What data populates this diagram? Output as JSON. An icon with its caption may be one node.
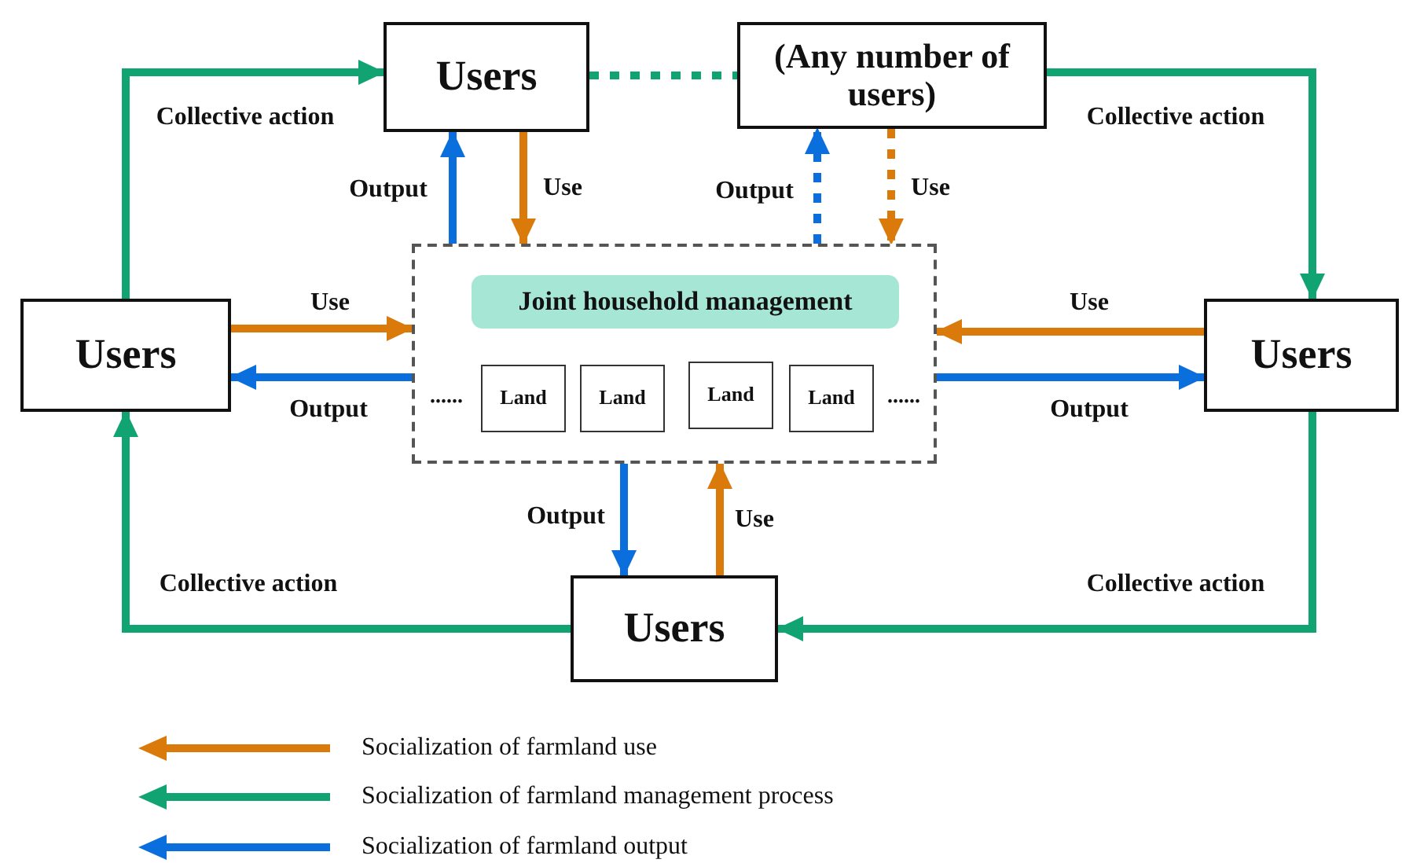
{
  "diagram": {
    "nodes": [
      {
        "text": [
          "Users"
        ]
      },
      {
        "text": [
          "(Any number of users)"
        ]
      },
      {
        "text": [
          "Users"
        ]
      },
      {
        "text": [
          "Users"
        ]
      },
      {
        "text": [],
        "shape": "box"
      },
      {
        "text": [
          "Joint household management"
        ],
        "in": 4
      },
      {
        "text": [
          "Land"
        ],
        "in": 4
      },
      {
        "text": [
          "Land"
        ],
        "in": 4
      },
      {
        "text": [
          "Land"
        ],
        "in": 4
      },
      {
        "text": [
          "Land"
        ],
        "in": 4
      },
      {
        "text": [
          "Users"
        ]
      }
    ],
    "edges": [
      {
        "from": 2,
        "to": 0,
        "arrow": "to",
        "label": "Collective action",
        "color": "#12a373"
      },
      {
        "from": 1,
        "to": 3,
        "arrow": "to",
        "label": "Collective action",
        "color": "#12a373"
      },
      {
        "from": 3,
        "to": 10,
        "arrow": "to",
        "label": "Collective action",
        "color": "#12a373"
      },
      {
        "from": 10,
        "to": 2,
        "arrow": "to",
        "label": "Collective action",
        "color": "#12a373"
      },
      {
        "from": 0,
        "to": 1,
        "arrow": "none",
        "style": "dashed",
        "color": "#12a373"
      },
      {
        "from": 4,
        "to": 0,
        "arrow": "to",
        "label": "Output",
        "color": "#0a6fdc"
      },
      {
        "from": 0,
        "to": 4,
        "arrow": "to",
        "label": "Use",
        "color": "#d97a0b"
      },
      {
        "from": 4,
        "to": 1,
        "arrow": "to",
        "label": "Output",
        "style": "dashed",
        "color": "#0a6fdc"
      },
      {
        "from": 1,
        "to": 4,
        "arrow": "to",
        "label": "Use",
        "style": "dashed",
        "color": "#d97a0b"
      },
      {
        "from": 2,
        "to": 4,
        "arrow": "to",
        "label": "Use",
        "color": "#d97a0b"
      },
      {
        "from": 4,
        "to": 2,
        "arrow": "to",
        "label": "Output",
        "color": "#0a6fdc"
      },
      {
        "from": 3,
        "to": 4,
        "arrow": "to",
        "label": "Use",
        "color": "#d97a0b"
      },
      {
        "from": 4,
        "to": 3,
        "arrow": "to",
        "label": "Output",
        "color": "#0a6fdc"
      },
      {
        "from": 4,
        "to": 10,
        "arrow": "to",
        "label": "Output",
        "color": "#0a6fdc"
      },
      {
        "from": 10,
        "to": 4,
        "arrow": "to",
        "label": "Use",
        "color": "#d97a0b"
      }
    ],
    "labels": [
      "......",
      "......"
    ],
    "legend": [
      {
        "text": "Socialization of farmland use"
      },
      {
        "text": "Socialization of farmland management process"
      },
      {
        "text": "Socialization of farmland output"
      }
    ]
  }
}
